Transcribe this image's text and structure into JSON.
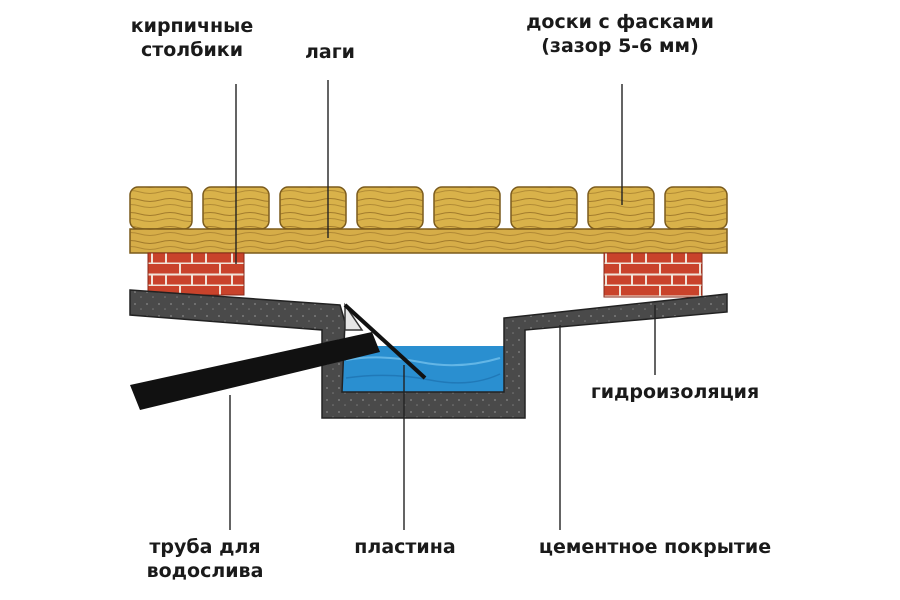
{
  "labels": {
    "brick_pillars": [
      "кирпичные",
      "столбики"
    ],
    "joists": "лаги",
    "chamfered_boards": [
      "доски с фасками",
      "(зазор 5-6 мм)"
    ],
    "waterproofing": "гидроизоляция",
    "drain_pipe": [
      "труба для",
      "водослива"
    ],
    "plate": "пластина",
    "cement_coating": "цементное покрытие"
  },
  "colors": {
    "wood": "#d9b24a",
    "wood_grain": "#8a6420",
    "brick": "#c9432b",
    "mortar": "#f0e4d8",
    "cement": "#4a4a4a",
    "water": "#2a8fd0",
    "pipe": "#111111",
    "leader": "#222222"
  }
}
